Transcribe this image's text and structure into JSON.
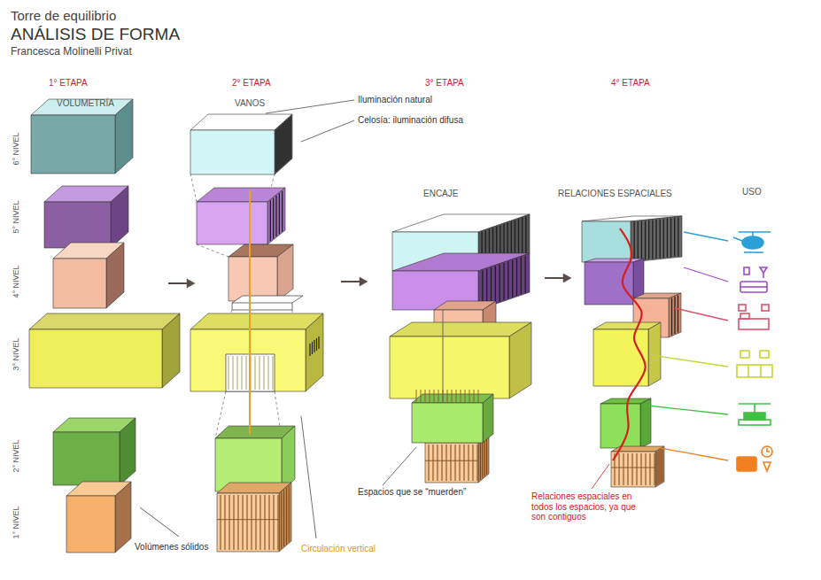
{
  "diagram": {
    "title": "ANÁLISIS DE FORMA",
    "labels": [
      "Torre de equilibrio",
      "Francesca Molinelli Privat",
      "1° ETAPA",
      "2° ETAPA",
      "3° ETAPA",
      "4° ETAPA",
      "VOLUMETRÍA",
      "VANOS",
      "ENCAJE",
      "RELACIONES ESPACIALES",
      "USO",
      "6° NIVEL",
      "5° NIVEL",
      "4° NIVEL",
      "3° NIVEL",
      "2° NIVEL",
      "1° NIVEL",
      "Iluminación natural",
      "Celosía: iluminación difusa",
      "Volúmenes sólidos",
      "Circulación vertical",
      "Espacios que se “muerden”",
      "Relaciones espaciales en todos los espacios, ya que son contiguos"
    ]
  }
}
